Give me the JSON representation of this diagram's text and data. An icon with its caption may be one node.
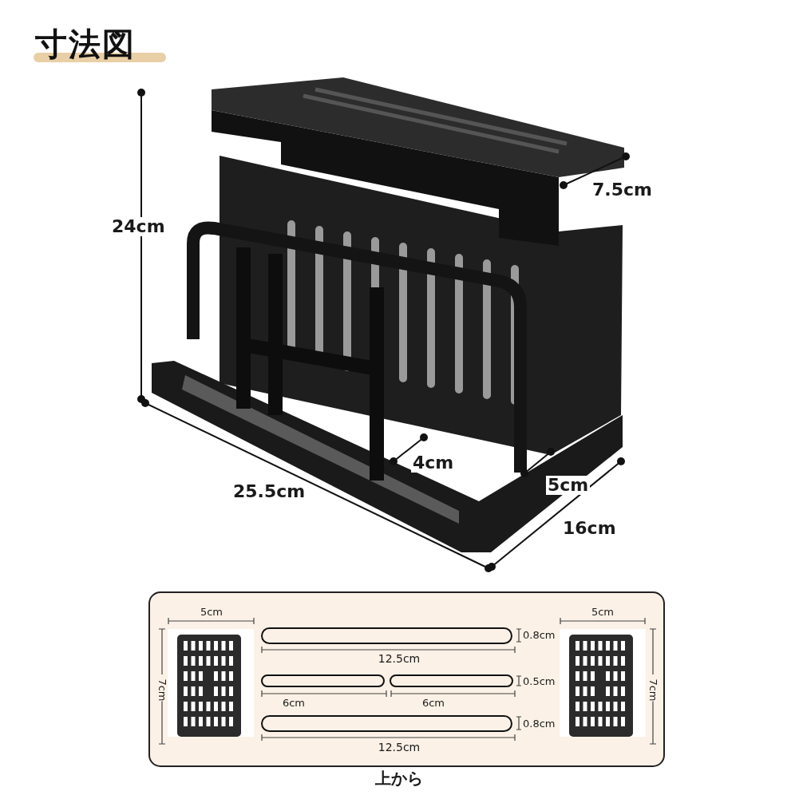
{
  "diagram": {
    "title": "寸法図",
    "labels": [
      "24cm",
      "7.5cm",
      "4cm",
      "5cm",
      "25.5cm",
      "16cm",
      "5cm",
      "5cm",
      "0.8cm",
      "7cm",
      "12.5cm",
      "7cm",
      "0.5cm",
      "6cm",
      "6cm",
      "0.8cm",
      "12.5cm",
      "上から"
    ]
  }
}
